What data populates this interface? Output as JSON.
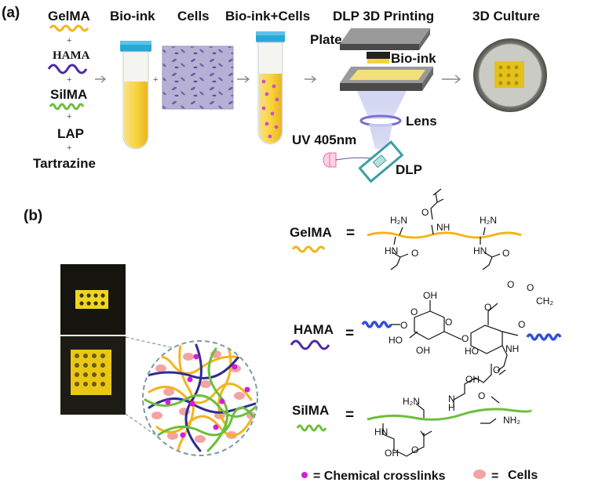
{
  "panel_a": {
    "label": "(a)",
    "components": [
      "GelMA",
      "HAMA",
      "SilMA",
      "LAP",
      "Tartrazine"
    ],
    "plus": "+",
    "steps": {
      "bioink": "Bio-ink",
      "cells": "Cells",
      "bioink_cells": "Bio-ink+Cells",
      "dlp_printing": "DLP 3D Printing",
      "culture": "3D  Culture"
    },
    "printer": {
      "plate": "Plate",
      "bioink": "Bio-ink",
      "lens": "Lens",
      "uv": "UV 405nm",
      "dlp": "DLP"
    }
  },
  "panel_b": {
    "label": "(b)",
    "equations": [
      {
        "name": "GelMA",
        "eq": "="
      },
      {
        "name": "HAMA",
        "eq": "="
      },
      {
        "name": "SilMA",
        "eq": "="
      }
    ],
    "chem": {
      "nh2": "H₂N",
      "nh2_r": "NH₂",
      "hn": "HN",
      "nh": "NH",
      "n": "N",
      "h": "H",
      "o": "O",
      "oh": "OH",
      "ho": "HO",
      "ch2": "CH₂",
      "o_eq": "=O"
    },
    "legend": {
      "crosslinks": "= Chemical crosslinks",
      "cells_eq": "=",
      "cells": "Cells"
    }
  },
  "colors": {
    "gelma": "#f2b51c",
    "hama": "#4a2aa6",
    "silma": "#6bbf3a",
    "crosslink": "#d81bd8",
    "cell": "#f3a3a3",
    "bioink": "#f6d24b",
    "cap": "#2aa7d9",
    "dlp_box": "#3e9ea8",
    "lens": "#7b6fd0",
    "hama_chain": "#2f4fd6"
  },
  "icons": [
    "arrow-right-icon",
    "tube-icon",
    "cell-image",
    "printer-icon",
    "petri-dish-icon",
    "hydrogel-photo"
  ]
}
